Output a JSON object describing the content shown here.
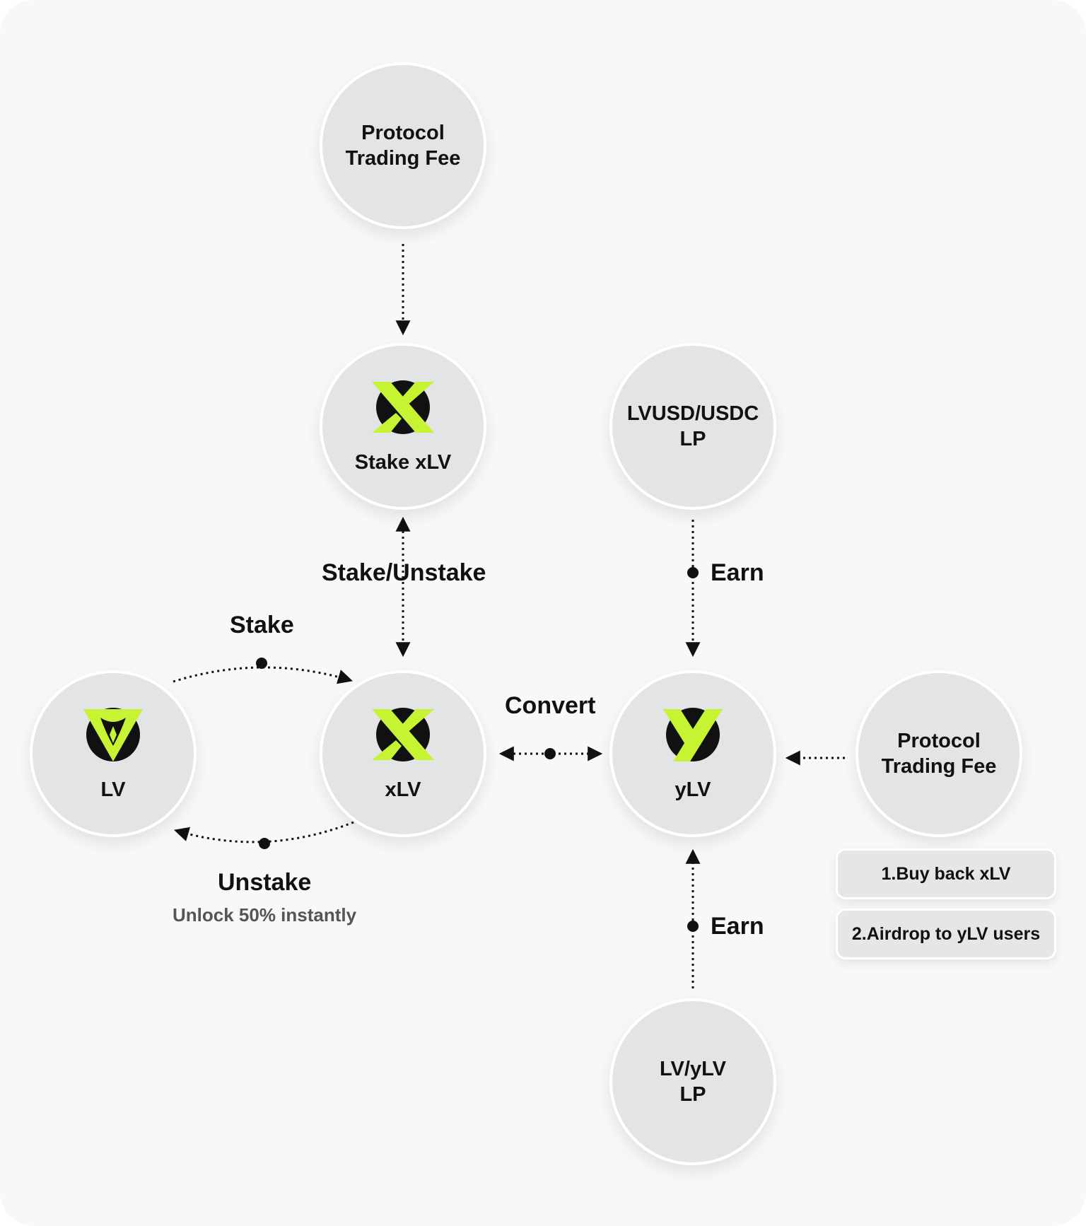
{
  "nodes": {
    "fee_top": {
      "line1": "Protocol",
      "line2": "Trading Fee"
    },
    "stake_xlv": {
      "label": "Stake xLV",
      "icon": "xlv-logo-icon"
    },
    "lvusd_lp": {
      "line1": "LVUSD/USDC",
      "line2": "LP"
    },
    "lv": {
      "label": "LV",
      "icon": "lv-logo-icon"
    },
    "xlv": {
      "label": "xLV",
      "icon": "xlv-logo-icon"
    },
    "ylv": {
      "label": "yLV",
      "icon": "ylv-logo-icon"
    },
    "fee_right": {
      "line1": "Protocol",
      "line2": "Trading Fee"
    },
    "lv_ylv_lp": {
      "line1": "LV/yLV",
      "line2": "LP"
    }
  },
  "labels": {
    "stake_unstake": "Stake/Unstake",
    "stake": "Stake",
    "unstake": "Unstake",
    "unstake_note": "Unlock 50% instantly",
    "convert": "Convert",
    "earn_top": "Earn",
    "earn_bottom": "Earn"
  },
  "fee_uses": [
    "1.Buy back xLV",
    "2.Airdrop to yLV users"
  ],
  "colors": {
    "accent": "#c6f432",
    "dark": "#111111",
    "node": "#e3e4e5",
    "background": "#f8f8f7"
  }
}
